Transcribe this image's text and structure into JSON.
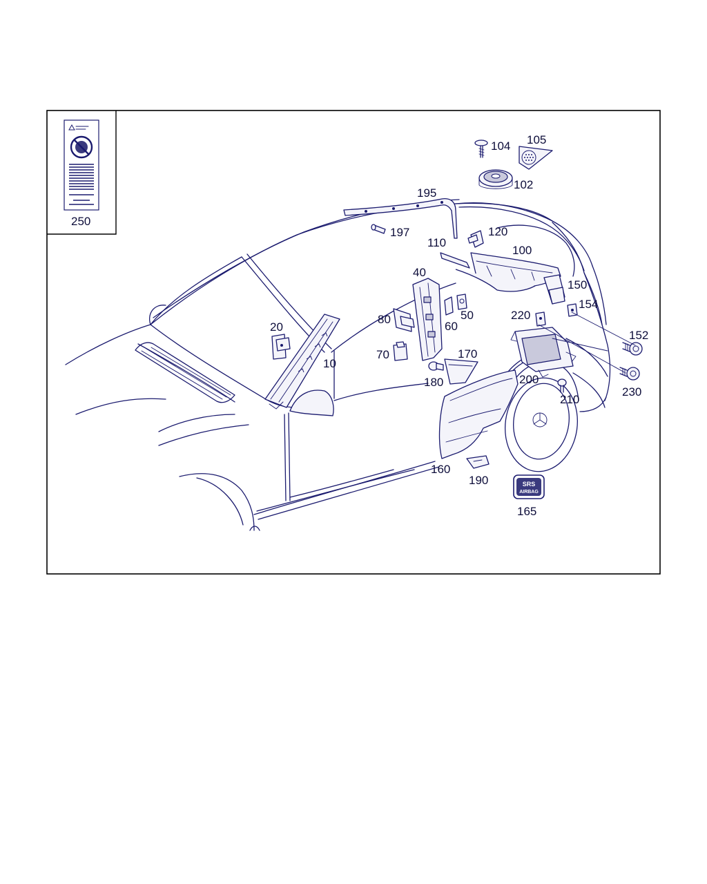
{
  "colors": {
    "line": "#1a1a6e",
    "label": "#0d0d3a",
    "background": "#ffffff"
  },
  "inset": {
    "label": "250",
    "icon": "warning-label-icon"
  },
  "callouts": {
    "c10": "10",
    "c20": "20",
    "c40": "40",
    "c50": "50",
    "c60": "60",
    "c70": "70",
    "c80": "80",
    "c100": "100",
    "c102": "102",
    "c104": "104",
    "c105": "105",
    "c110": "110",
    "c120": "120",
    "c150": "150",
    "c152": "152",
    "c154": "154",
    "c160": "160",
    "c165": "165",
    "c170": "170",
    "c180": "180",
    "c190": "190",
    "c195": "195",
    "c197": "197",
    "c200": "200",
    "c210": "210",
    "c220": "220",
    "c230": "230"
  },
  "badge": {
    "line1": "SRS",
    "line2": "AIRBAG"
  }
}
